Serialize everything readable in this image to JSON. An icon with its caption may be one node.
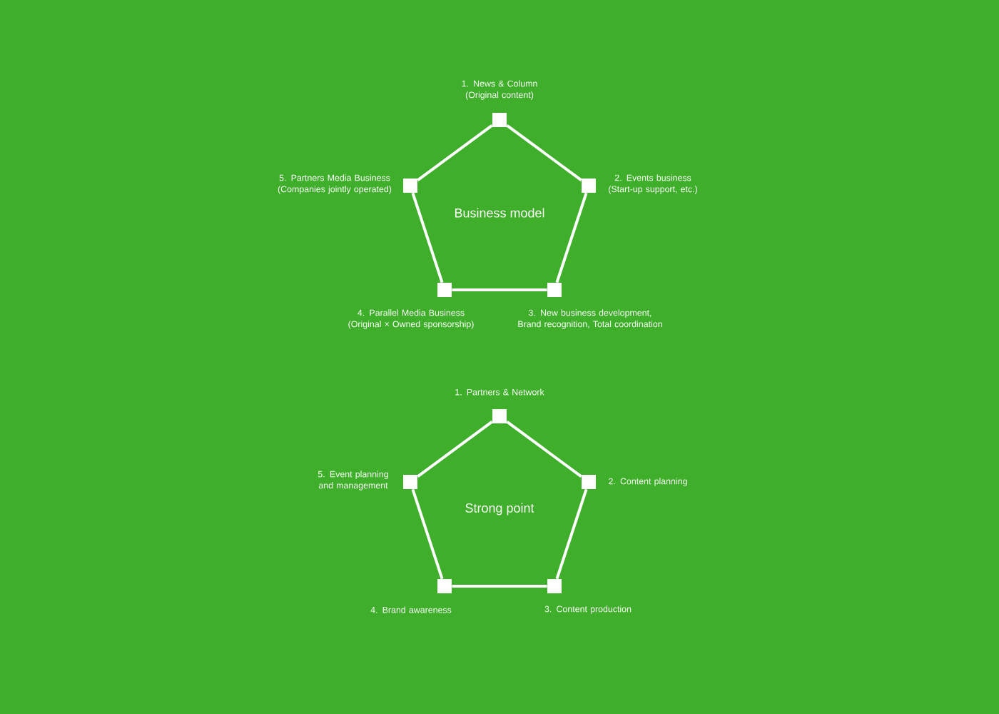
{
  "diagram": {
    "nodes": [
      {
        "text": [],
        "shape": "box",
        "beside": [
          "1. News & Column (Original content)"
        ]
      },
      {
        "text": [],
        "shape": "box",
        "beside": [
          "2. Events business (Start-up support, etc.)"
        ]
      },
      {
        "text": [],
        "shape": "box",
        "beside": [
          "3. New business development, Brand recognition, Total coordination"
        ]
      },
      {
        "text": [],
        "shape": "box",
        "beside": [
          "4. Parallel Media Business (Original × Owned sponsorship)"
        ]
      },
      {
        "text": [],
        "shape": "box",
        "beside": [
          "5. Partners Media Business (Companies jointly operated)"
        ]
      },
      {
        "text": [],
        "shape": "box",
        "beside": [
          "1. Partners & Network"
        ]
      },
      {
        "text": [],
        "shape": "box",
        "beside": [
          "2. Content planning"
        ]
      },
      {
        "text": [],
        "shape": "box",
        "beside": [
          "3. Content production"
        ]
      },
      {
        "text": [],
        "shape": "box",
        "beside": [
          "4. Brand awareness"
        ]
      },
      {
        "text": [],
        "shape": "box",
        "beside": [
          "5. Event planning and management"
        ]
      }
    ],
    "edges": [
      {
        "from": 0,
        "to": 1,
        "arrow": "none"
      },
      {
        "from": 1,
        "to": 2,
        "arrow": "none"
      },
      {
        "from": 2,
        "to": 3,
        "arrow": "none"
      },
      {
        "from": 3,
        "to": 4,
        "arrow": "none"
      },
      {
        "from": 4,
        "to": 0,
        "arrow": "none"
      },
      {
        "from": 5,
        "to": 6,
        "arrow": "none"
      },
      {
        "from": 6,
        "to": 7,
        "arrow": "none"
      },
      {
        "from": 7,
        "to": 8,
        "arrow": "none"
      },
      {
        "from": 8,
        "to": 9,
        "arrow": "none"
      },
      {
        "from": 9,
        "to": 5,
        "arrow": "none"
      }
    ],
    "labels": [
      "Business model",
      "Strong point"
    ]
  }
}
